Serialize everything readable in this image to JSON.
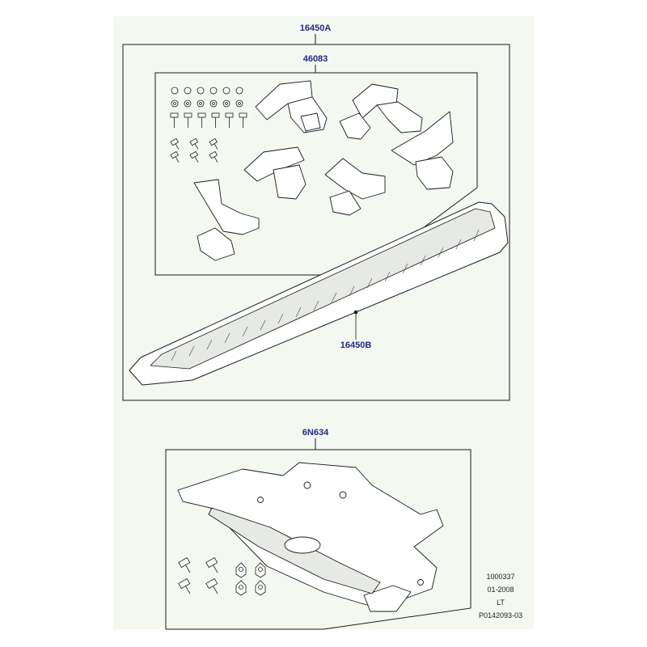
{
  "callouts": {
    "kit": "16450A",
    "brackets": "46083",
    "step": "16450B",
    "shield": "6N634"
  },
  "footer": {
    "ref": "1000337",
    "date": "01-2008",
    "code": "LT",
    "illustration": "P0142093-03"
  },
  "colors": {
    "callout": "#1f2a8a",
    "line": "#1a1a1a",
    "panel_bg": "#f3f8f1",
    "part_fill": "#ffffff"
  }
}
